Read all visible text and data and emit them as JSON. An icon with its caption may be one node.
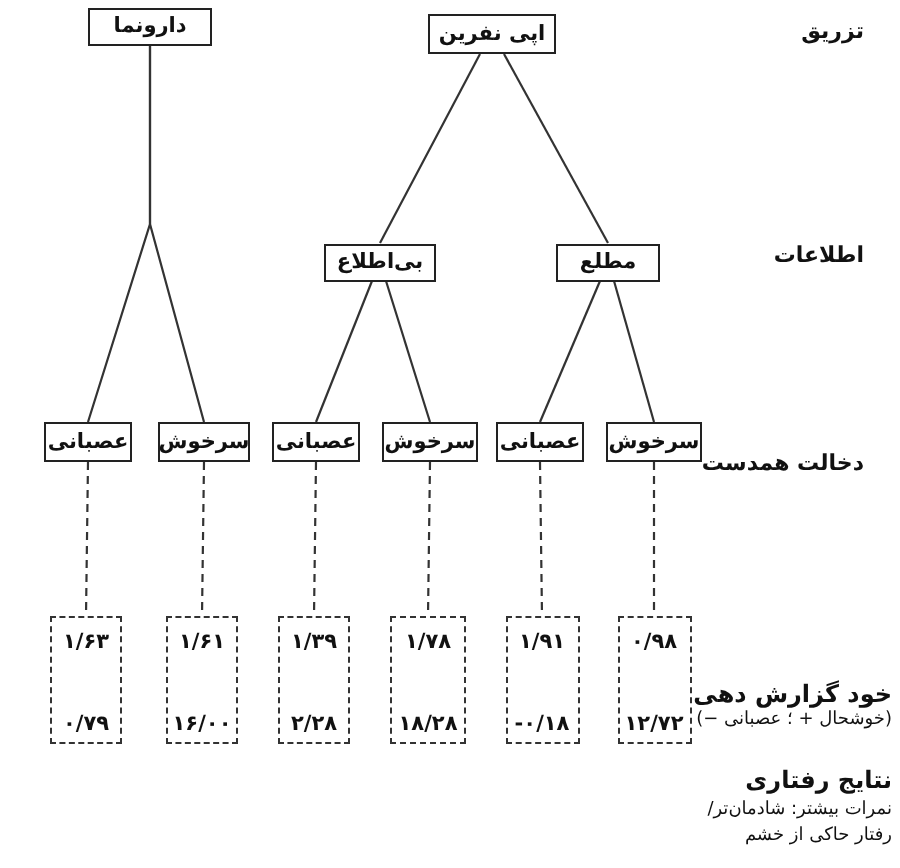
{
  "diagram": {
    "nodes": [
      {
        "text": [
          "دارونما"
        ]
      },
      {
        "text": [
          "اپی نفرین"
        ]
      },
      {
        "text": [
          "بی‌اطلاع"
        ]
      },
      {
        "text": [
          "مطلع"
        ]
      },
      {
        "text": [
          "عصبانی"
        ]
      },
      {
        "text": [
          "سرخوش"
        ]
      },
      {
        "text": [
          "عصبانی"
        ]
      },
      {
        "text": [
          "سرخوش"
        ]
      },
      {
        "text": [
          "عصبانی"
        ]
      },
      {
        "text": [
          "سرخوش"
        ]
      },
      {
        "text": [
          "۱/۶۳",
          "۰/۷۹"
        ]
      },
      {
        "text": [
          "۱/۶۱",
          "۱۶/۰۰"
        ]
      },
      {
        "text": [
          "۱/۳۹",
          "۲/۲۸"
        ]
      },
      {
        "text": [
          "۱/۷۸",
          "۱۸/۲۸"
        ]
      },
      {
        "text": [
          "۱/۹۱",
          "-۰/۱۸"
        ]
      },
      {
        "text": [
          "۰/۹۸",
          "۱۲/۷۲"
        ]
      }
    ],
    "edges": [
      {
        "from": 0,
        "to": 4,
        "arrow": "none"
      },
      {
        "from": 0,
        "to": 5,
        "arrow": "none"
      },
      {
        "from": 1,
        "to": 2,
        "arrow": "none"
      },
      {
        "from": 1,
        "to": 3,
        "arrow": "none"
      },
      {
        "from": 2,
        "to": 6,
        "arrow": "none"
      },
      {
        "from": 2,
        "to": 7,
        "arrow": "none"
      },
      {
        "from": 3,
        "to": 8,
        "arrow": "none"
      },
      {
        "from": 3,
        "to": 9,
        "arrow": "none"
      },
      {
        "from": 4,
        "to": 10,
        "arrow": "none",
        "style": "dashed"
      },
      {
        "from": 5,
        "to": 11,
        "arrow": "none",
        "style": "dashed"
      },
      {
        "from": 6,
        "to": 12,
        "arrow": "none",
        "style": "dashed"
      },
      {
        "from": 7,
        "to": 13,
        "arrow": "none",
        "style": "dashed"
      },
      {
        "from": 8,
        "to": 14,
        "arrow": "none",
        "style": "dashed"
      },
      {
        "from": 9,
        "to": 15,
        "arrow": "none",
        "style": "dashed"
      }
    ],
    "labels": [
      "تزریق",
      "اطلاعات",
      "دخالت همدست",
      "خود گزارش دهی",
      "(خوشحال + ؛ عصبانی −)",
      "نتایج رفتاری",
      "نمرات بیشتر: شادمان‌تر/ رفتار حاکی از خشم"
    ]
  }
}
